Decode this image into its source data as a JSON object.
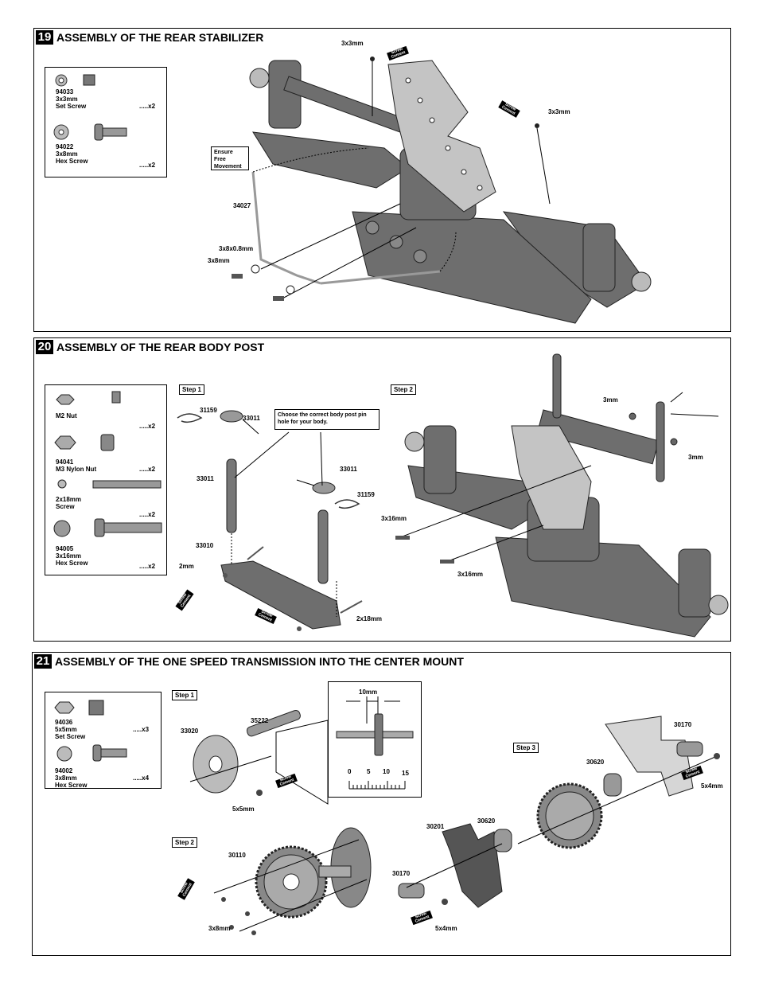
{
  "sections": [
    {
      "number": "19",
      "title": "ASSEMBLY OF THE REAR STABILIZER",
      "parts": [
        {
          "code": "94033",
          "size": "3x3mm",
          "name": "Set Screw",
          "qty": ".....x2"
        },
        {
          "code": "94022",
          "size": "3x8mm",
          "name": "Hex Screw",
          "qty": ".....x2"
        }
      ],
      "callout": "Ensure Free Movement",
      "labels": [
        "3x3mm",
        "3x3mm",
        "34027",
        "3x8x0.8mm",
        "3x8mm"
      ],
      "tags": [
        "Screw Cement",
        "Screw Cement"
      ]
    },
    {
      "number": "20",
      "title": "ASSEMBLY OF THE REAR BODY POST",
      "parts": [
        {
          "code": "",
          "size": "",
          "name": "M2 Nut",
          "qty": ".....x2"
        },
        {
          "code": "94041",
          "size": "",
          "name": "M3 Nylon Nut",
          "qty": ".....x2"
        },
        {
          "code": "",
          "size": "2x18mm",
          "name": "Screw",
          "qty": ".....x2"
        },
        {
          "code": "94005",
          "size": "3x16mm",
          "name": "Hex Screw",
          "qty": ".....x2"
        }
      ],
      "step1": "Step 1",
      "step2": "Step 2",
      "callout": "Choose the correct body post pin hole for your body.",
      "labels": [
        "31159",
        "33011",
        "33011",
        "33011",
        "31159",
        "33010",
        "2mm",
        "2x18mm",
        "3mm",
        "3mm",
        "3x16mm",
        "3x16mm"
      ],
      "tags": [
        "Screw Cement",
        "Screw Cement"
      ]
    },
    {
      "number": "21",
      "title": "ASSEMBLY OF THE ONE SPEED TRANSMISSION INTO THE CENTER MOUNT",
      "parts": [
        {
          "code": "94036",
          "size": "5x5mm",
          "name": "Set Screw",
          "qty": ".....x3"
        },
        {
          "code": "94002",
          "size": "3x8mm",
          "name": "Hex Screw",
          "qty": ".....x4"
        }
      ],
      "step1": "Step 1",
      "step2": "Step 2",
      "step3": "Step 3",
      "inset_dim": "10mm",
      "ruler": [
        "0",
        "5",
        "10",
        "15"
      ],
      "labels": [
        "35222",
        "33020",
        "5x5mm",
        "30110",
        "3x8mm",
        "30201",
        "30620",
        "30170",
        "5x4mm",
        "30620",
        "30170",
        "5x4mm"
      ],
      "tags": [
        "Screw Cement",
        "Screw Cement",
        "Screw Cement",
        "Screw Cement"
      ]
    }
  ]
}
